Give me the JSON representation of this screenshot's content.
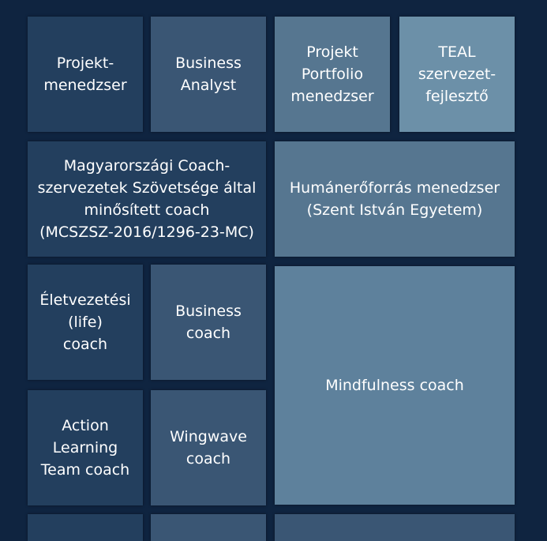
{
  "tiles": {
    "projekt_menedzser": "Projekt-\nmenedzser",
    "business_analyst": "Business\nAnalyst",
    "projekt_portfolio": "Projekt\nPortfolio\nmenedzser",
    "teal": "TEAL\nszervezet-\nfejlesztő",
    "mcszsz": "Magyarországi Coach-\nszervezetek Szövetsége által\nminősített coach\n(MCSZSZ-2016/1296-23-MC)",
    "human": "Humánerőforrás menedzser\n(Szent István Egyetem)",
    "life_coach": "Életvezetési\n(life)\ncoach",
    "business_coach": "Business\ncoach",
    "mindfulness": "Mindfulness coach",
    "action_learning": "Action\nLearning\nTeam coach",
    "wingwave": "Wingwave\ncoach"
  },
  "colors": {
    "background": "#0f2440",
    "dark_tile": "#233f5e",
    "mid_tile": "#3a5674",
    "light_tile": "#567690",
    "teal_tile": "#6c90a8"
  }
}
